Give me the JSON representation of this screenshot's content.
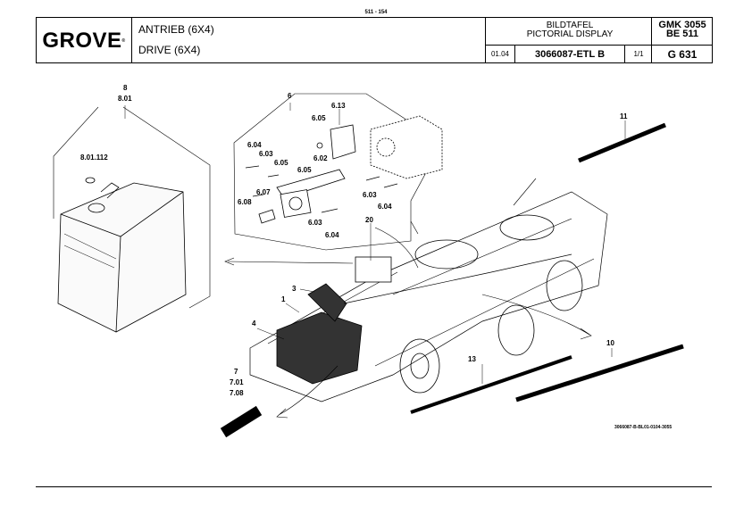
{
  "page_number": "511 - 154",
  "header": {
    "logo": "GROVE",
    "logo_mark": "®",
    "title_de": "ANTRIEB (6X4)",
    "title_en": "DRIVE (6X4)",
    "bildtafel": "BILDTAFEL",
    "pictorial": "PICTORIAL DISPLAY",
    "date": "01.04",
    "reference": "3066087-ETL B",
    "sheet": "1/1",
    "model_line1": "GMK 3055",
    "model_line2": "BE 511",
    "group": "G 631"
  },
  "callouts": {
    "c8": "8",
    "c801": "8.01",
    "c801112": "8.01.112",
    "c6": "6",
    "c613": "6.13",
    "c605a": "6.05",
    "c604a": "6.04",
    "c603a": "6.03",
    "c605b": "6.05",
    "c602": "6.02",
    "c605c": "6.05",
    "c607": "6.07",
    "c608": "6.08",
    "c603b": "6.03",
    "c604b": "6.04",
    "c603c": "6.03",
    "c604c": "6.04",
    "c11": "11",
    "c20": "20",
    "c3": "3",
    "c1": "1",
    "c4": "4",
    "c7": "7",
    "c701": "7.01",
    "c708": "7.08",
    "c13": "13",
    "c10": "10"
  },
  "drawing_code": "3066087-B-BL01-0104-3055"
}
